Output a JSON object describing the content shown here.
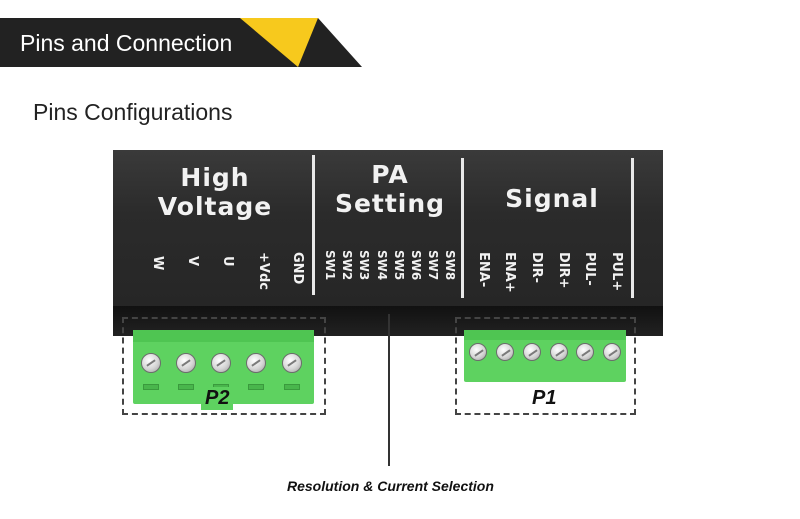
{
  "header": {
    "title": "Pins and Connection"
  },
  "section": {
    "title": "Pins Configurations"
  },
  "groups": {
    "high_voltage": {
      "line1": "High",
      "line2": "Voltage",
      "pins": [
        "W",
        "V",
        "U",
        "+Vdc",
        "GND"
      ]
    },
    "pa_setting": {
      "line1": "PA",
      "line2": "Setting",
      "pins": [
        "SW1",
        "SW2",
        "SW3",
        "SW4",
        "SW5",
        "SW6",
        "SW7",
        "SW8"
      ]
    },
    "signal": {
      "title": "Signal",
      "pins": [
        "ENA-",
        "ENA+",
        "DIR-",
        "DIR+",
        "PUL-",
        "PUL+"
      ]
    }
  },
  "connectors": {
    "p2": "P2",
    "p1": "P1"
  },
  "callout": {
    "text": "Resolution & Current Selection"
  },
  "colors": {
    "banner": "#222222",
    "accent": "#f7c91d",
    "terminal": "#5ed260",
    "device": "#2b2b2b"
  }
}
